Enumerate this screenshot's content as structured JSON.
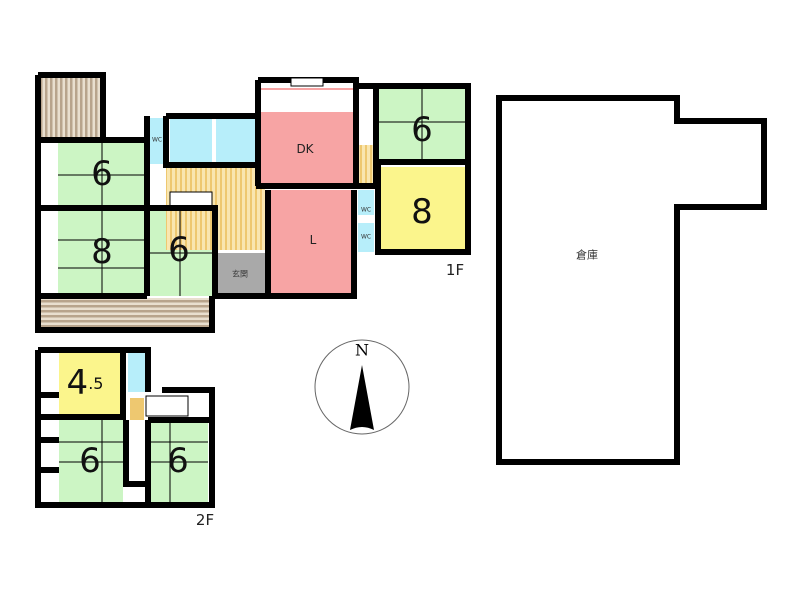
{
  "floor1": {
    "label": "1F",
    "rooms": {
      "japanese_6_left": "6",
      "japanese_8_left": "8",
      "japanese_6_center": "6",
      "dk": "DK",
      "living": "L",
      "japanese_6_right": "6",
      "western_8_right": "8",
      "entrance": "玄関",
      "wc_1": "WC",
      "wc_2": "WC",
      "wc_3": "WC"
    }
  },
  "floor2": {
    "label": "2F",
    "rooms": {
      "western_4_5_main": "4",
      "western_4_5_fraction": ".5",
      "japanese_6_left": "6",
      "japanese_6_right": "6"
    }
  },
  "compass": {
    "north_label": "N"
  },
  "warehouse": {
    "label": "倉庫"
  },
  "colors": {
    "tatami": "#ccf5c4",
    "western": "#fbf58c",
    "dk_living": "#f7a4a4",
    "water": "#b7eefa",
    "hall": "#f6d98e",
    "entrance": "#a9a9a9",
    "veranda": "#c9b8a4"
  }
}
